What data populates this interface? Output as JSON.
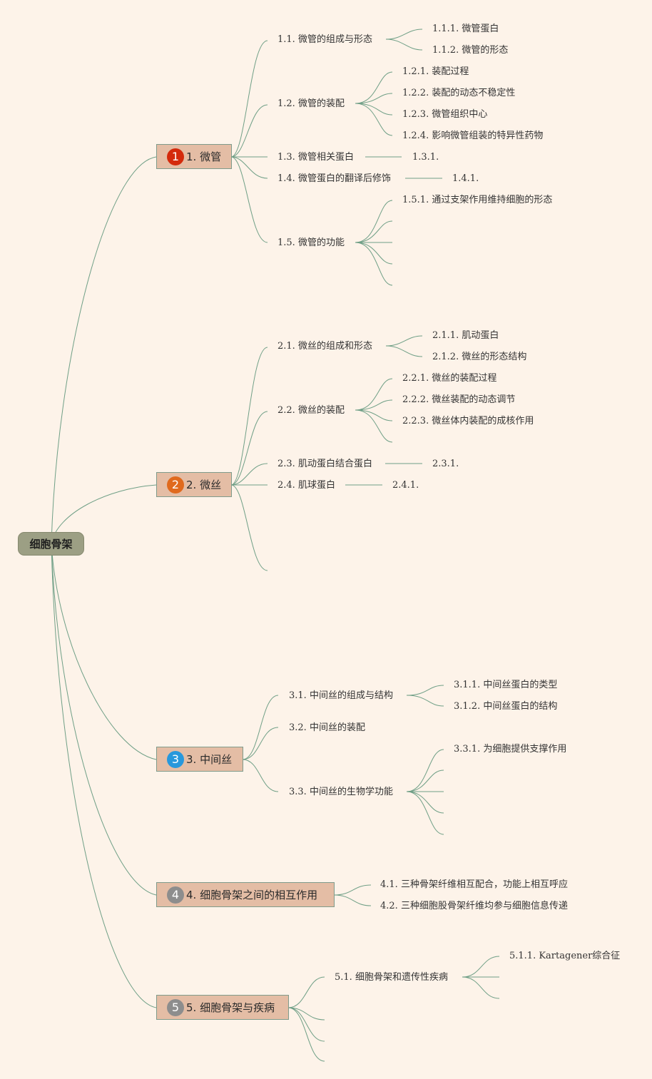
{
  "root": "细胞骨架",
  "topics": [
    {
      "badge": "1",
      "badge_color": "#d42a0c",
      "label": "1. 微管"
    },
    {
      "badge": "2",
      "badge_color": "#e06a1e",
      "label": "2. 微丝"
    },
    {
      "badge": "3",
      "badge_color": "#2898dc",
      "label": "3. 中间丝"
    },
    {
      "badge": "4",
      "badge_color": "#8d8d8d",
      "label": "4. 细胞骨架之间的相互作用"
    },
    {
      "badge": "5",
      "badge_color": "#8d8d8d",
      "label": "5. 细胞骨架与疾病"
    }
  ],
  "labels": {
    "t1_1": "1.1. 微管的组成与形态",
    "t1_1_1": "1.1.1. 微管蛋白",
    "t1_1_2": "1.1.2. 微管的形态",
    "t1_2": "1.2. 微管的装配",
    "t1_2_1": "1.2.1. 装配过程",
    "t1_2_2": "1.2.2. 装配的动态不稳定性",
    "t1_2_3": "1.2.3. 微管组织中心",
    "t1_2_4": "1.2.4. 影响微管组装的特异性药物",
    "t1_3": "1.3. 微管相关蛋白",
    "t1_3_1": "1.3.1.",
    "t1_4": "1.4. 微管蛋白的翻译后修饰",
    "t1_4_1": "1.4.1.",
    "t1_5": "1.5. 微管的功能",
    "t1_5_1": "1.5.1. 通过支架作用维持细胞的形态",
    "t2_1": "2.1. 微丝的组成和形态",
    "t2_1_1": "2.1.1. 肌动蛋白",
    "t2_1_2": "2.1.2. 微丝的形态结构",
    "t2_2": "2.2. 微丝的装配",
    "t2_2_1": "2.2.1. 微丝的装配过程",
    "t2_2_2": "2.2.2. 微丝装配的动态调节",
    "t2_2_3": "2.2.3. 微丝体内装配的成核作用",
    "t2_3": "2.3. 肌动蛋白结合蛋白",
    "t2_3_1": "2.3.1.",
    "t2_4": "2.4. 肌球蛋白",
    "t2_4_1": "2.4.1.",
    "t3_1": "3.1. 中间丝的组成与结构",
    "t3_1_1": "3.1.1. 中间丝蛋白的类型",
    "t3_1_2": "3.1.2. 中间丝蛋白的结构",
    "t3_2": "3.2. 中间丝的装配",
    "t3_3": "3.3. 中间丝的生物学功能",
    "t3_3_1": "3.3.1. 为细胞提供支撑作用",
    "t4_1": "4.1. 三种骨架纤维相互配合，功能上相互呼应",
    "t4_2": "4.2. 三种细胞股骨架纤维均参与细胞信息传递",
    "t5_1": "5.1. 细胞骨架和遗传性疾病",
    "t5_1_1": "5.1.1. Kartagener综合征"
  }
}
